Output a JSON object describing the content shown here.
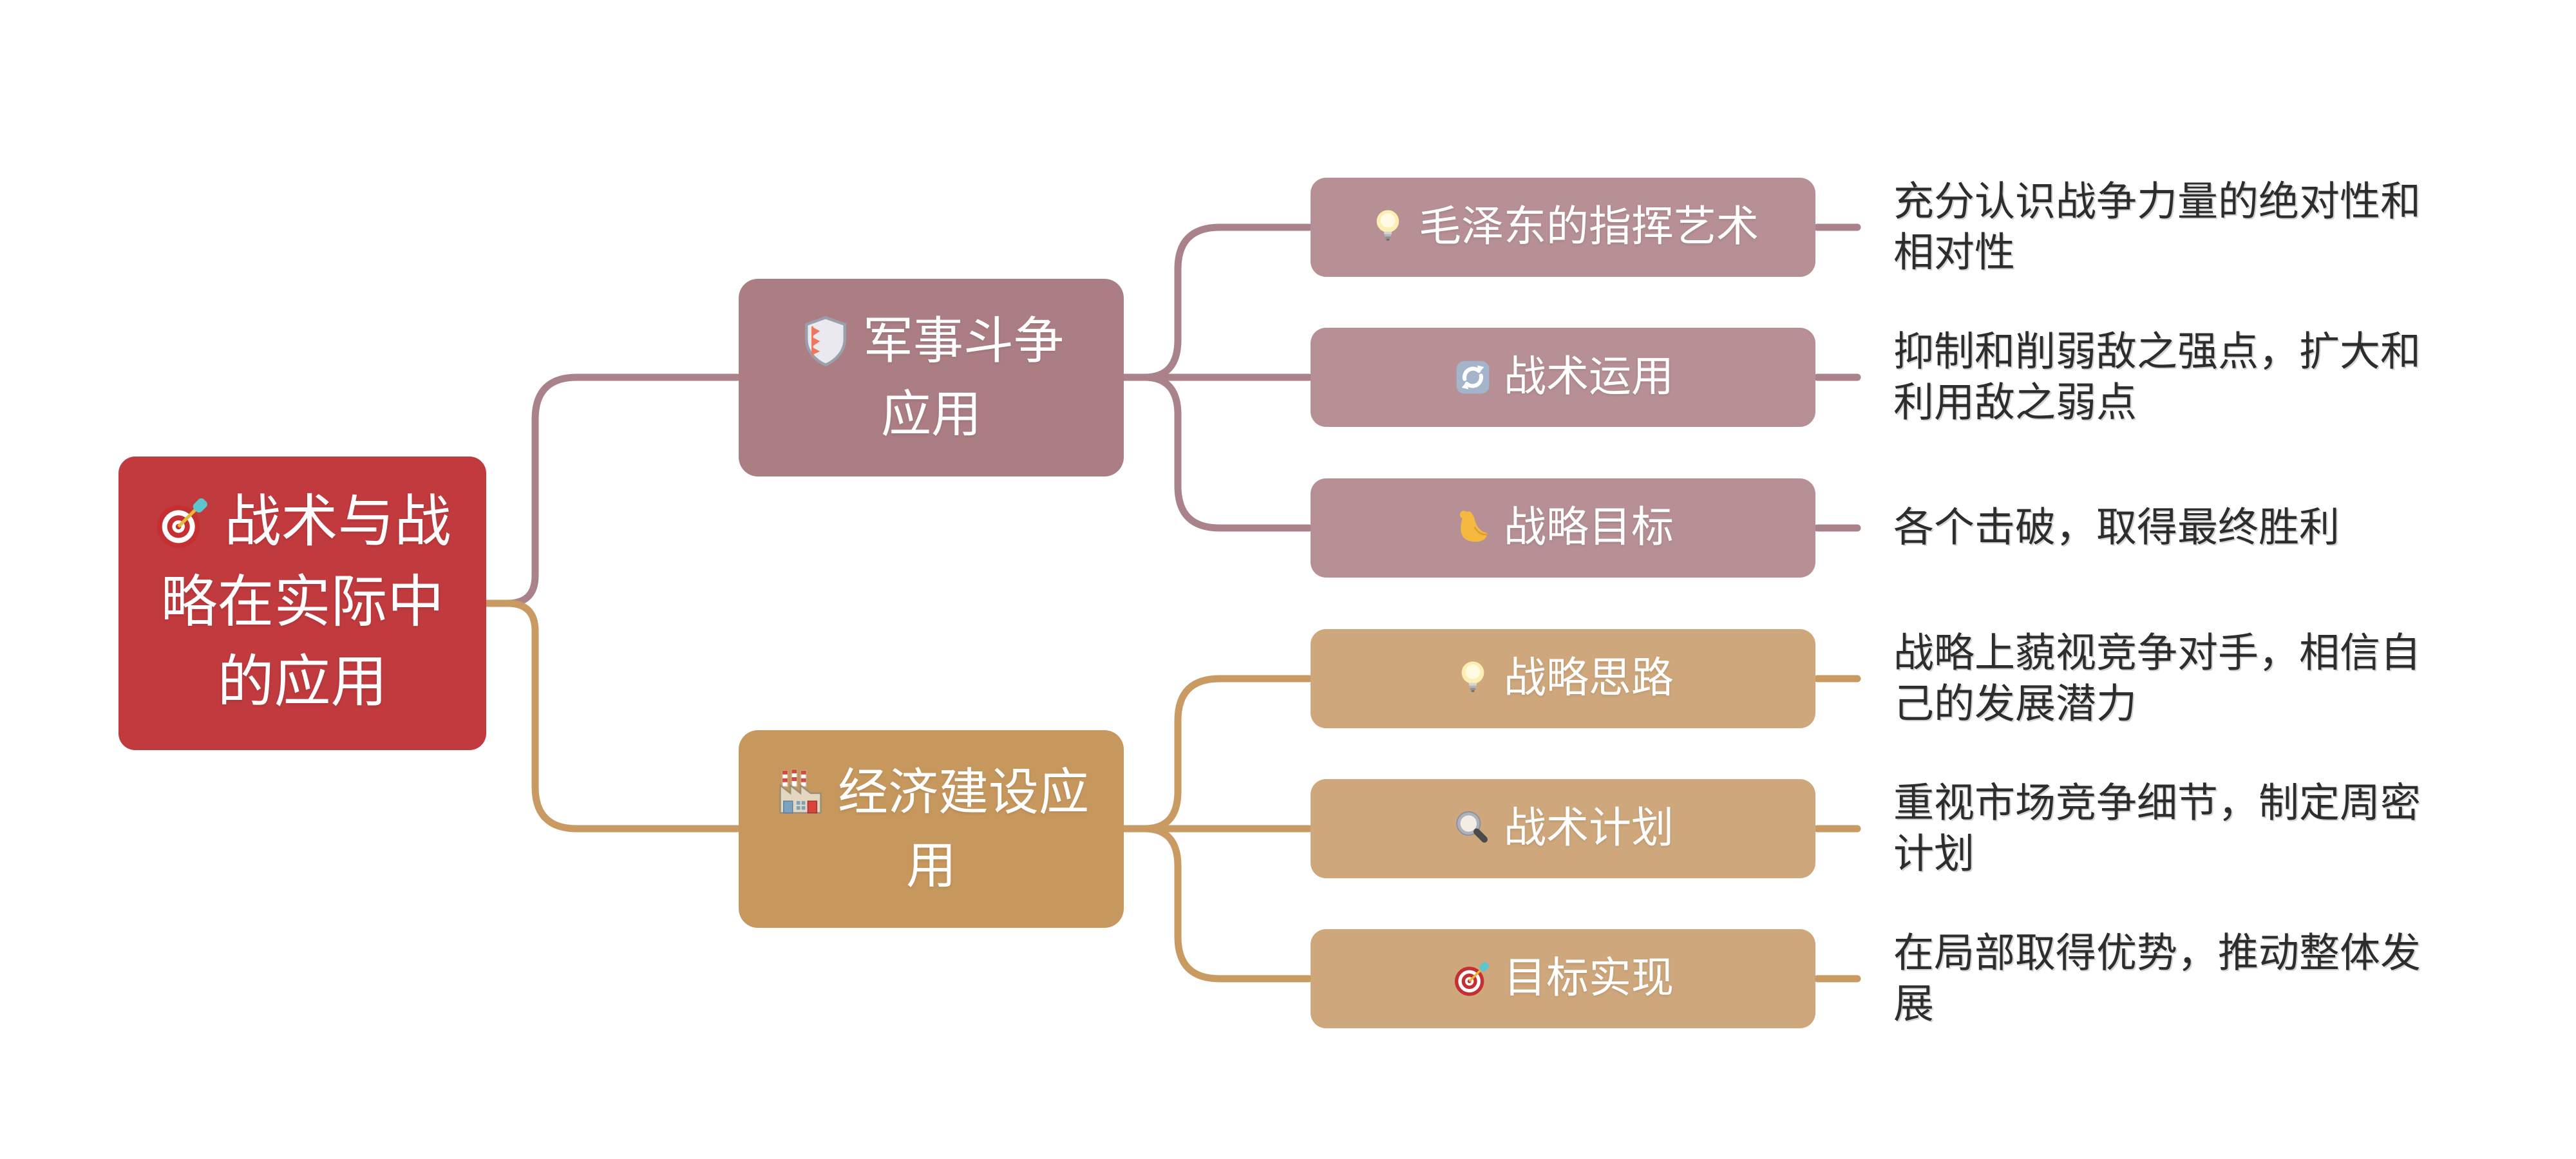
{
  "colors": {
    "background": "#ffffff",
    "root_bg": "#c03a3e",
    "branch1_bg": "#ab7e84",
    "branch1_leaf_bg": "#b69094",
    "branch1_line": "#a9828a",
    "branch2_bg": "#c6985e",
    "branch2_leaf_bg": "#cfa77c",
    "branch2_line": "#c99b62",
    "node_text": "#ffffff",
    "desc_text": "#2d2d2d"
  },
  "root": {
    "icon": "target-icon",
    "line1": "战术与战",
    "line2": "略在实际中",
    "line3": "的应用"
  },
  "branches": [
    {
      "icon": "shield-icon",
      "line1": "军事斗争",
      "line2": "应用",
      "leaves": [
        {
          "icon": "bulb-icon",
          "label": "毛泽东的指挥艺术",
          "desc": "充分认识战争力量的绝对性和\n相对性"
        },
        {
          "icon": "arrows-icon",
          "label": "战术运用",
          "desc": "抑制和削弱敌之强点，扩大和\n利用敌之弱点"
        },
        {
          "icon": "biceps-icon",
          "label": "战略目标",
          "desc": "各个击破，取得最终胜利"
        }
      ]
    },
    {
      "icon": "factory-icon",
      "line1": "经济建设应",
      "line2": "用",
      "leaves": [
        {
          "icon": "bulb-icon",
          "label": "战略思路",
          "desc": "战略上藐视竞争对手，相信自\n己的发展潜力"
        },
        {
          "icon": "magnifier-icon",
          "label": "战术计划",
          "desc": "重视市场竞争细节，制定周密\n计划"
        },
        {
          "icon": "target-icon",
          "label": "目标实现",
          "desc": "在局部取得优势，推动整体发\n展"
        }
      ]
    }
  ]
}
